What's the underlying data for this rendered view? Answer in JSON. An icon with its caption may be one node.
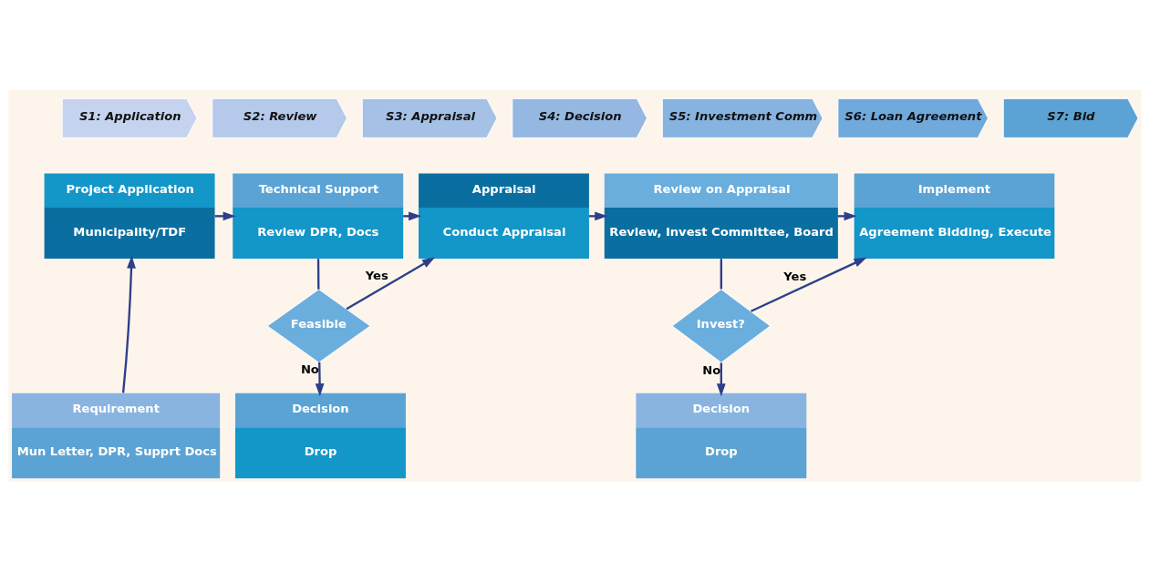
{
  "diagram": {
    "nodes": [
      {
        "text": [
          "S1: Application"
        ]
      },
      {
        "text": [
          "S2: Review"
        ]
      },
      {
        "text": [
          "S3: Appraisal"
        ]
      },
      {
        "text": [
          "S4: Decision"
        ]
      },
      {
        "text": [
          "S5: Investment Comm"
        ]
      },
      {
        "text": [
          "S6: Loan Agreement"
        ]
      },
      {
        "text": [
          "S7: Bid"
        ]
      },
      {
        "text": [
          "Project Application",
          "Municipality/TDF"
        ]
      },
      {
        "text": [
          "Technical Support",
          "Review DPR, Docs"
        ]
      },
      {
        "text": [
          "Appraisal",
          "Conduct Appraisal"
        ]
      },
      {
        "text": [
          "Review on Appraisal",
          "Review, Invest Committee, Board"
        ]
      },
      {
        "text": [
          "Implement",
          "Agreement Bidding, Execute"
        ]
      },
      {
        "text": [
          "Requirement",
          "Mun Letter, DPR, Supprt Docs"
        ]
      },
      {
        "text": [
          "Feasible"
        ]
      },
      {
        "text": [
          "Decision",
          "Drop"
        ]
      },
      {
        "text": [
          "Invest?"
        ]
      },
      {
        "text": [
          "Decision",
          "Drop"
        ]
      }
    ],
    "edges": [
      {
        "from": 12,
        "to": 7,
        "arrow": "to"
      },
      {
        "from": 7,
        "to": 8,
        "arrow": "to"
      },
      {
        "from": 8,
        "to": 9,
        "arrow": "to"
      },
      {
        "from": 9,
        "to": 10,
        "arrow": "to"
      },
      {
        "from": 10,
        "to": 11,
        "arrow": "to"
      },
      {
        "from": 8,
        "to": 13,
        "arrow": "none"
      },
      {
        "from": 13,
        "to": 9,
        "arrow": "to",
        "label": "Yes"
      },
      {
        "from": 13,
        "to": 14,
        "arrow": "to",
        "label": "No"
      },
      {
        "from": 10,
        "to": 15,
        "arrow": "none"
      },
      {
        "from": 15,
        "to": 11,
        "arrow": "to",
        "label": "Yes"
      },
      {
        "from": 15,
        "to": 16,
        "arrow": "to",
        "label": "No"
      }
    ]
  }
}
